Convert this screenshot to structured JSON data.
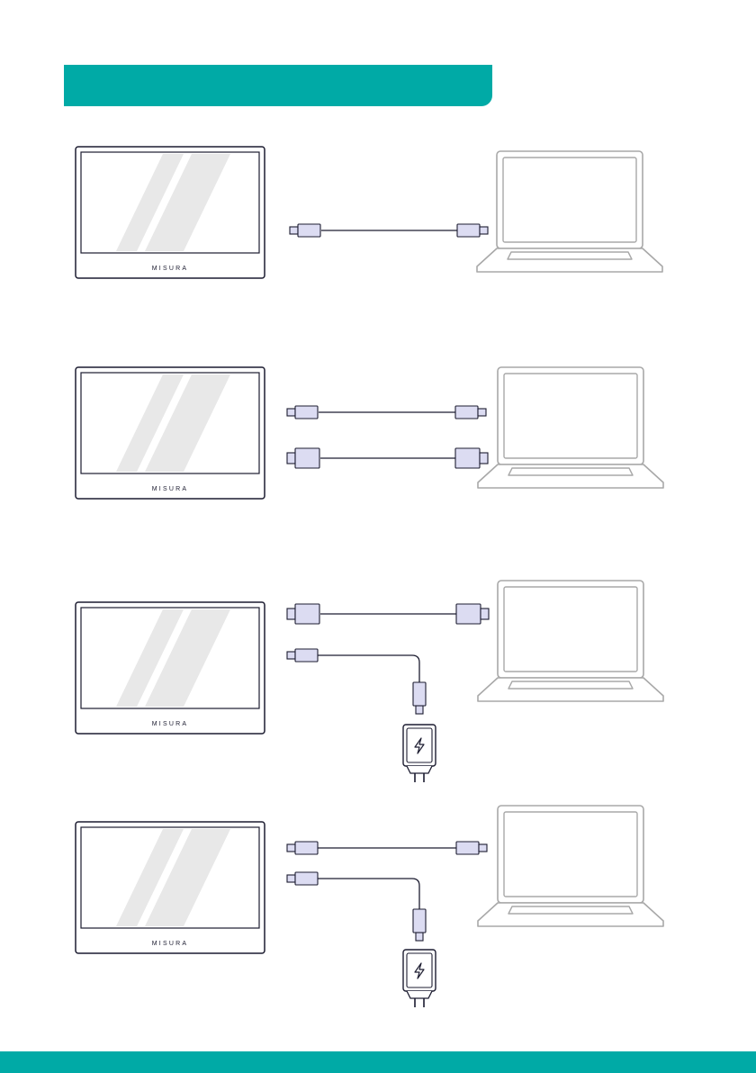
{
  "header": {
    "title": ""
  },
  "brand_label": "MISURA",
  "colors": {
    "accent": "#00aaa6",
    "outline": "#1c1c30",
    "laptop_outline": "#a8a8a8",
    "connector_fill": "#dcdcf2",
    "screen_stripe": "#e8e8e8"
  },
  "scenarios": [
    {
      "id": "usbc-only",
      "cables": [
        "usb-c"
      ],
      "power_adapter": false
    },
    {
      "id": "usbc-and-hdmi",
      "cables": [
        "usb-c",
        "hdmi"
      ],
      "power_adapter": false
    },
    {
      "id": "hdmi-with-power",
      "cables": [
        "hdmi",
        "usb-c-power"
      ],
      "power_adapter": true
    },
    {
      "id": "usbc-with-power",
      "cables": [
        "usb-c",
        "usb-c-power"
      ],
      "power_adapter": true
    }
  ]
}
